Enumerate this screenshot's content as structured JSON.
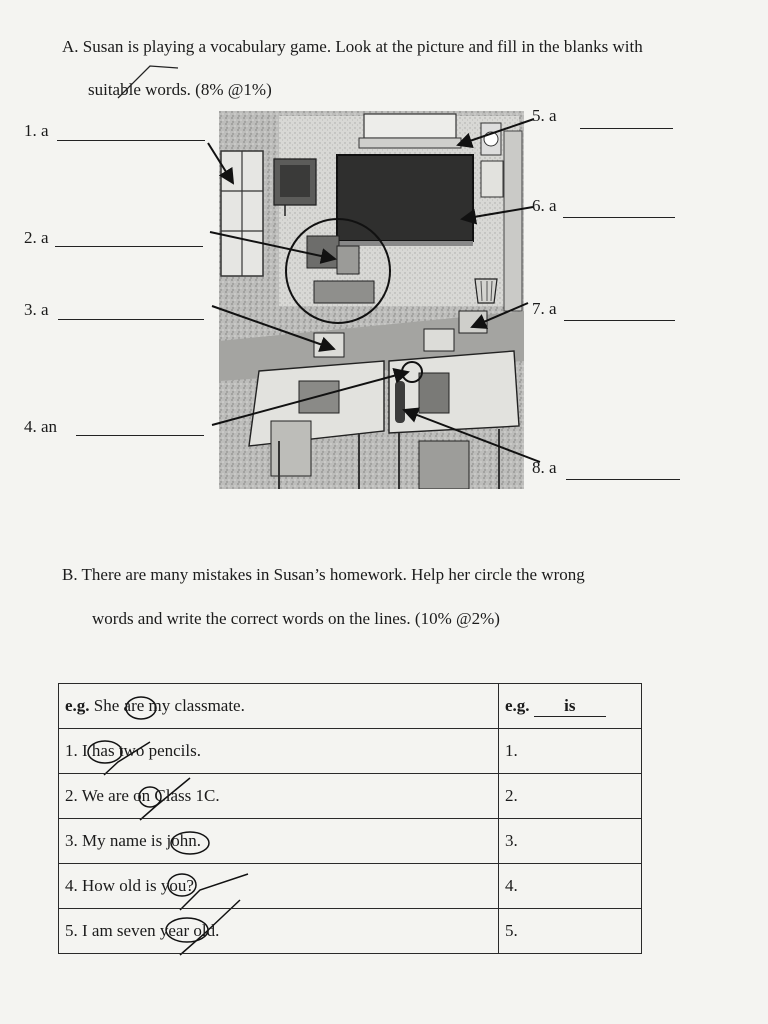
{
  "section_a": {
    "instruction_line1": "A. Susan is playing a vocabulary game. Look at the picture and fill in the blanks with",
    "instruction_line2": "suitable words. (8% @1%)",
    "left_items": [
      "1. a",
      "2. a",
      "3. a",
      "4. an"
    ],
    "right_items": [
      "5. a",
      "6. a",
      "7. a",
      "8. a"
    ]
  },
  "section_b": {
    "instruction_line1": "B. There are many mistakes in Susan’s homework. Help her circle the wrong",
    "instruction_line2": "words and write the correct words on the lines. (10% @2%)",
    "example": {
      "label": "e.g.",
      "sentence": "She are my classmate.",
      "answer_label": "e.g.",
      "answer": "is"
    },
    "rows": [
      {
        "sentence": "1. I has two pencils.",
        "answer_label": "1."
      },
      {
        "sentence": "2. We are on Class 1C.",
        "answer_label": "2."
      },
      {
        "sentence": "3. My name is john.",
        "answer_label": "3."
      },
      {
        "sentence": "4. How old is you?",
        "answer_label": "4."
      },
      {
        "sentence": "5. I am seven year old.",
        "answer_label": "5."
      }
    ]
  },
  "colors": {
    "ink": "#1b1b1b",
    "paper": "#f4f4f1"
  }
}
